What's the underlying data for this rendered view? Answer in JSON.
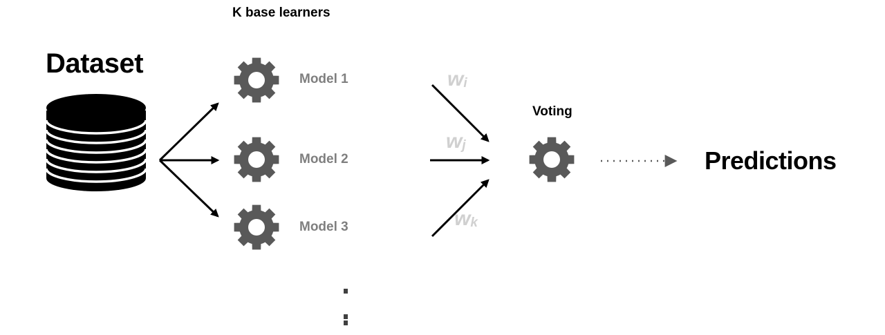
{
  "dataset": {
    "title": "Dataset"
  },
  "learners": {
    "header": "K base learners",
    "models": [
      {
        "label": "Model 1"
      },
      {
        "label": "Model 2"
      },
      {
        "label": "Model 3"
      }
    ],
    "ellipsis": ":"
  },
  "weights": [
    {
      "symbol": "w",
      "sub": "i"
    },
    {
      "symbol": "w",
      "sub": "j"
    },
    {
      "symbol": "w",
      "sub": "k"
    }
  ],
  "voting": {
    "label": "Voting"
  },
  "output": {
    "label": "Predictions"
  },
  "colors": {
    "text": "#000000",
    "model_label": "#7f7f7f",
    "gear": "#595959",
    "weight": "#d0d0d0",
    "arrow": "#000000",
    "dotted_arrow": "#595959"
  },
  "icons": {
    "dataset": "database-icon",
    "model": "gear-icon",
    "voting": "gear-icon"
  }
}
